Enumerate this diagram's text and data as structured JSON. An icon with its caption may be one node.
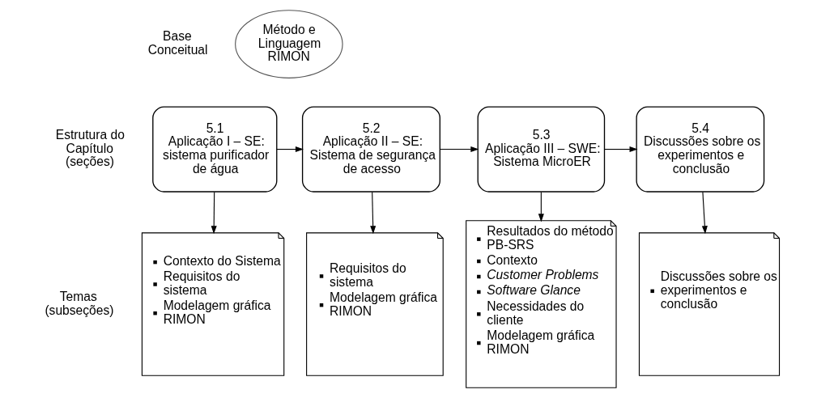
{
  "diagram": {
    "nodes": [
      {
        "text": [
          "Método e Linguagem RIMON"
        ]
      },
      {
        "text": [
          "5.1",
          "Aplicação I – SE: sistema purificador de água"
        ]
      },
      {
        "text": [
          "5.2",
          "Aplicação II – SE: Sistema de segurança de acesso"
        ]
      },
      {
        "text": [
          "5.3",
          "Aplicação III – SWE: Sistema MicroER"
        ]
      },
      {
        "text": [
          "5.4",
          "Discussões sobre os experimentos e conclusão"
        ]
      },
      {
        "text": [
          "Contexto do Sistema",
          "Requisitos do sistema",
          "Modelagem gráfica RIMON"
        ]
      },
      {
        "text": [
          "Requisitos do sistema",
          "Modelagem gráfica RIMON"
        ]
      },
      {
        "text": [
          "Resultados do método PB-SRS",
          "Contexto",
          "Customer Problems",
          "Software Glance",
          "Necessidades do cliente",
          "Modelagem gráfica RIMON"
        ]
      },
      {
        "text": [
          "Discussões sobre os experimentos e conclusão"
        ]
      }
    ],
    "edges": [
      {
        "from": 1,
        "to": 2,
        "arrow": "to"
      },
      {
        "from": 2,
        "to": 3,
        "arrow": "to"
      },
      {
        "from": 3,
        "to": 4,
        "arrow": "to"
      },
      {
        "from": 1,
        "to": 5,
        "arrow": "to"
      },
      {
        "from": 2,
        "to": 6,
        "arrow": "to"
      },
      {
        "from": 3,
        "to": 7,
        "arrow": "to"
      },
      {
        "from": 4,
        "to": 8,
        "arrow": "to"
      }
    ],
    "labels": [
      "Base Conceitual",
      "Estrutura do Capítulo (seções)",
      "Temas (subseções)"
    ]
  }
}
